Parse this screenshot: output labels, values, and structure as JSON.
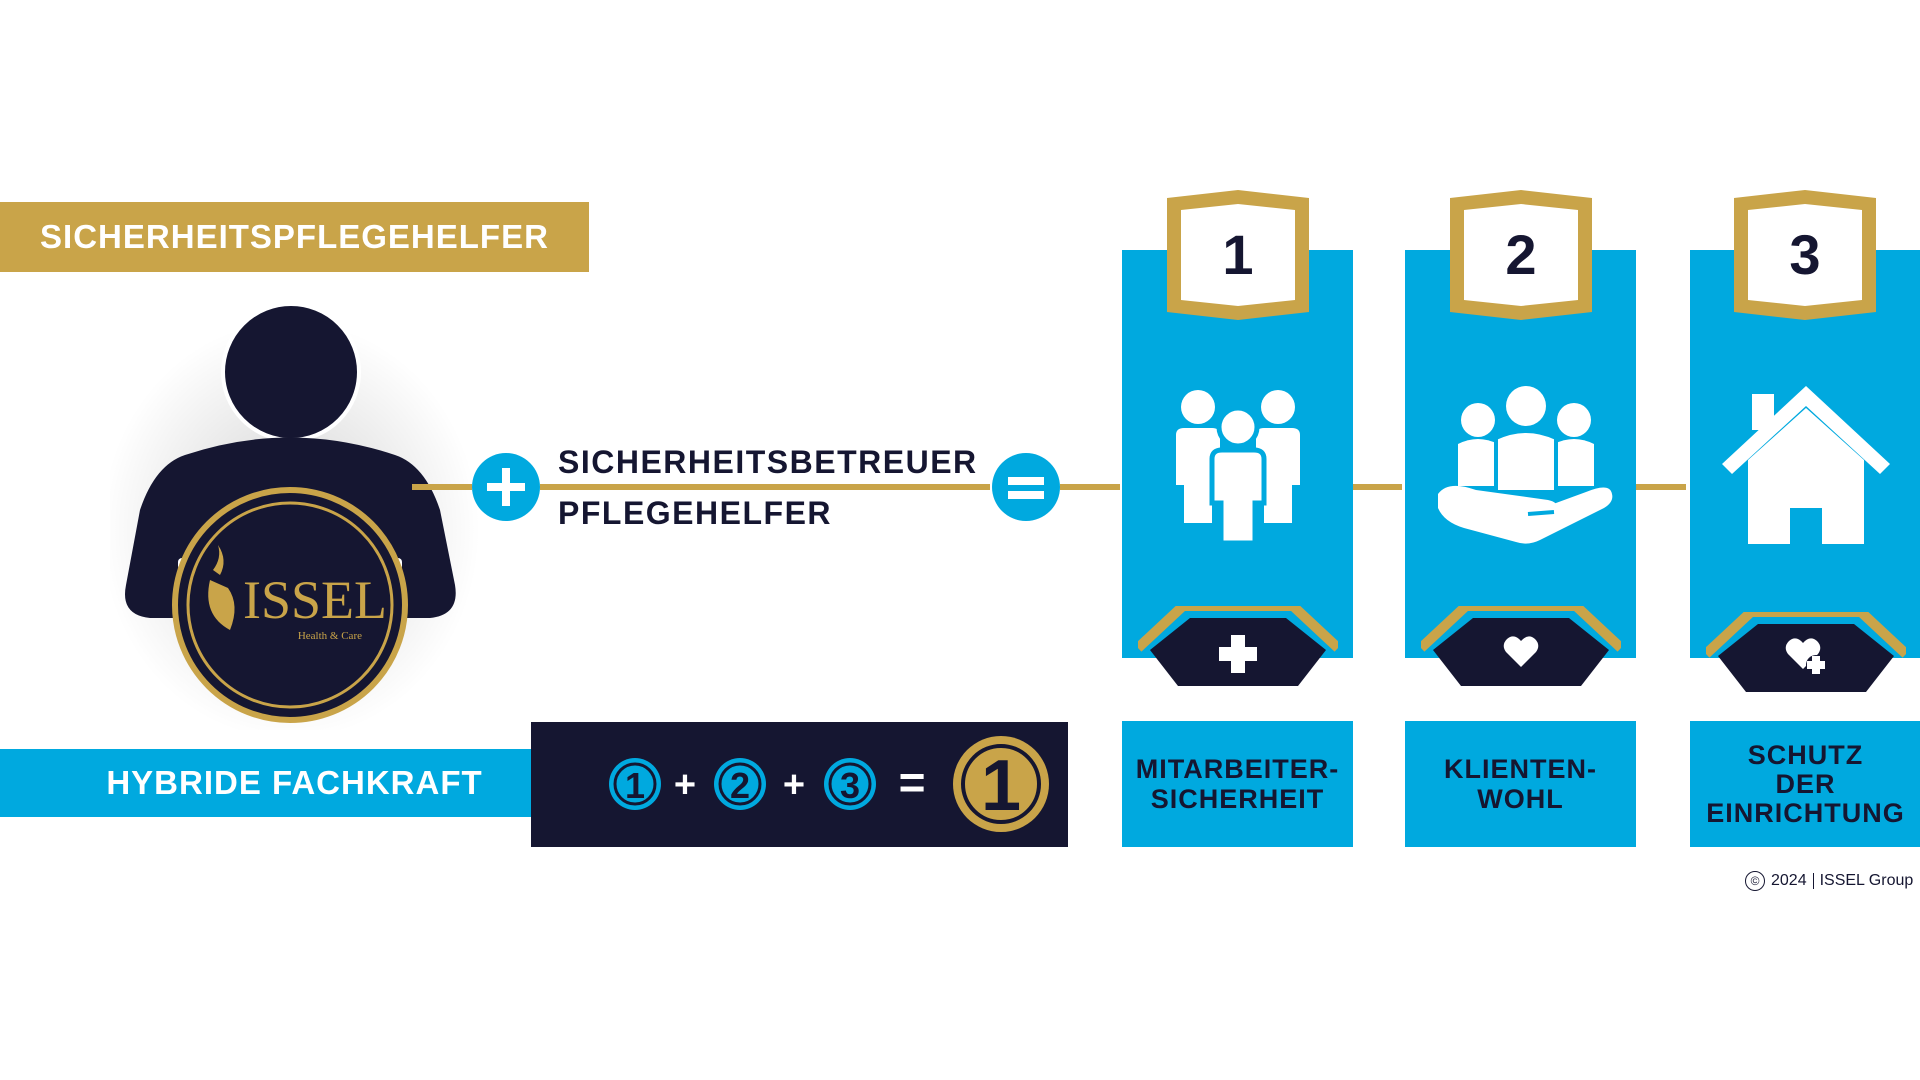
{
  "header": {
    "title": "SICHERHEITSPFLEGEHELFER"
  },
  "footer_bar": {
    "label": "HYBRIDE FACHKRAFT"
  },
  "connector": {
    "line1": "SICHERHEITSBETREUER",
    "line2": "PFLEGEHELFER",
    "plus": "+",
    "equals": "="
  },
  "logo": {
    "brand": "ISSEL",
    "tagline": "Health & Care"
  },
  "equation": {
    "n1": "1",
    "op1": "+",
    "n2": "2",
    "op2": "+",
    "n3": "3",
    "eq": "=",
    "result": "1"
  },
  "pillars": [
    {
      "number": "1",
      "label_lines": [
        "MITARBEITER-",
        "SICHERHEIT"
      ],
      "icon": "group-icon",
      "badge_icon": "medical-cross-icon"
    },
    {
      "number": "2",
      "label_lines": [
        "KLIENTEN-",
        "WOHL"
      ],
      "icon": "caring-hand-icon",
      "badge_icon": "heart-icon"
    },
    {
      "number": "3",
      "label_lines": [
        "SCHUTZ",
        "DER",
        "EINRICHTUNG"
      ],
      "icon": "house-icon",
      "badge_icon": "heart-plus-icon"
    }
  ],
  "copyright": {
    "symbol": "©",
    "year": "2024",
    "owner": "ISSEL Group"
  },
  "colors": {
    "gold": "#C9A449",
    "blue": "#00A9DF",
    "navy": "#151631",
    "white": "#FFFFFF"
  }
}
